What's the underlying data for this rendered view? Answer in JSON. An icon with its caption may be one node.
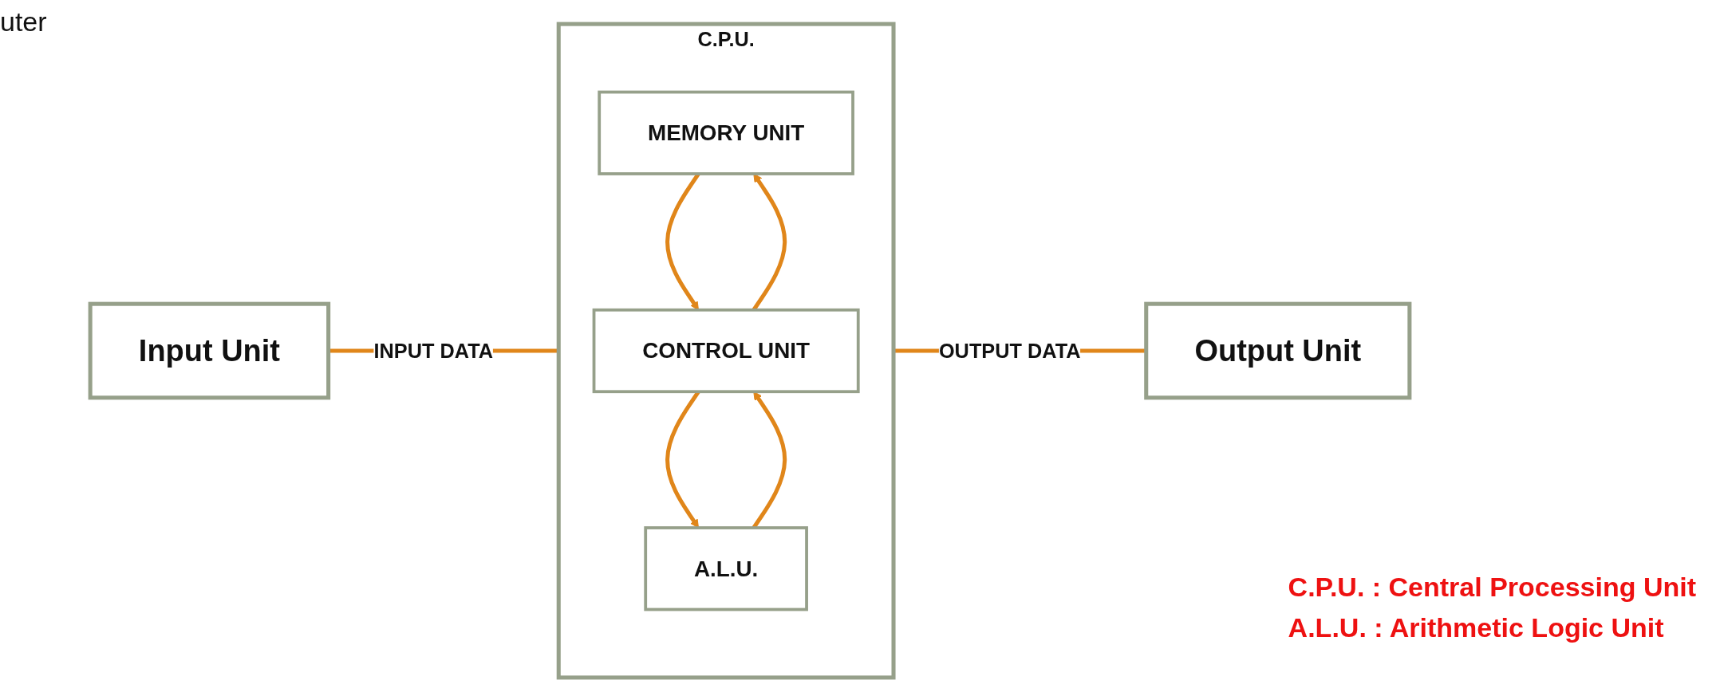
{
  "diagram": {
    "nodes": [
      {
        "text": [
          "Input Unit"
        ]
      },
      {
        "text": [
          "C.P.U."
        ]
      },
      {
        "text": [
          "MEMORY UNIT"
        ],
        "in": 1
      },
      {
        "text": [
          "CONTROL UNIT"
        ],
        "in": 1
      },
      {
        "text": [
          "A.L.U."
        ],
        "in": 1
      },
      {
        "text": [
          "Output Unit"
        ]
      }
    ],
    "edges": [
      {
        "from": 0,
        "to": 1,
        "arrow": "none",
        "label": "INPUT DATA"
      },
      {
        "from": 3,
        "to": 2,
        "arrow": "to"
      },
      {
        "from": 2,
        "to": 3,
        "arrow": "to"
      },
      {
        "from": 4,
        "to": 3,
        "arrow": "to"
      },
      {
        "from": 3,
        "to": 4,
        "arrow": "to"
      },
      {
        "from": 1,
        "to": 5,
        "arrow": "none",
        "label": "OUTPUT DATA"
      }
    ],
    "labels": [
      "uter",
      "C.P.U. : Central Processing Unit",
      "A.L.U. : Arithmetic Logic Unit"
    ]
  }
}
